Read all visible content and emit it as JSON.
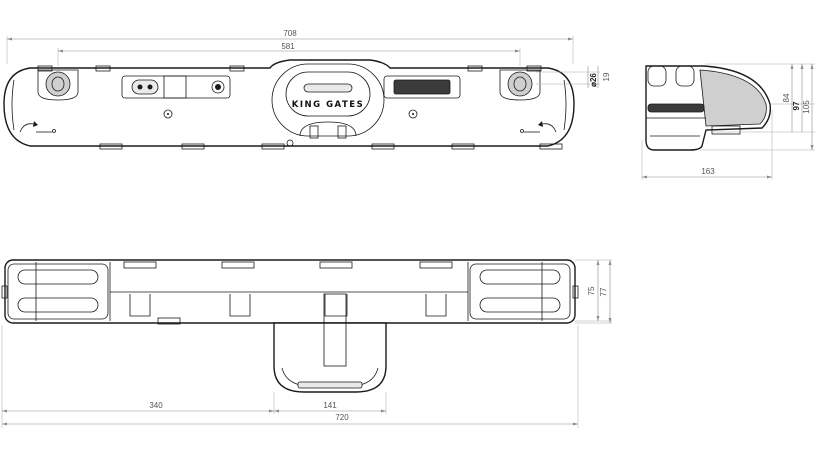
{
  "brand": {
    "logo_text": "KING GATES"
  },
  "front_view": {
    "dimensions": {
      "overall_width": "708",
      "track_width": "581",
      "diameter": "⌀26",
      "height_small": "19"
    }
  },
  "side_view": {
    "dimensions": {
      "depth": "163",
      "h1": "84",
      "h2": "97",
      "h3": "105"
    }
  },
  "top_view": {
    "dimensions": {
      "offset": "340",
      "motor_width": "141",
      "overall_length": "720",
      "h1": "75",
      "h2": "77"
    }
  },
  "colors": {
    "line": "#1a1a1a",
    "dimension": "#8c8c8c",
    "fill_grey": "#cfcfcf",
    "fill_dark": "#3b3b3b"
  }
}
